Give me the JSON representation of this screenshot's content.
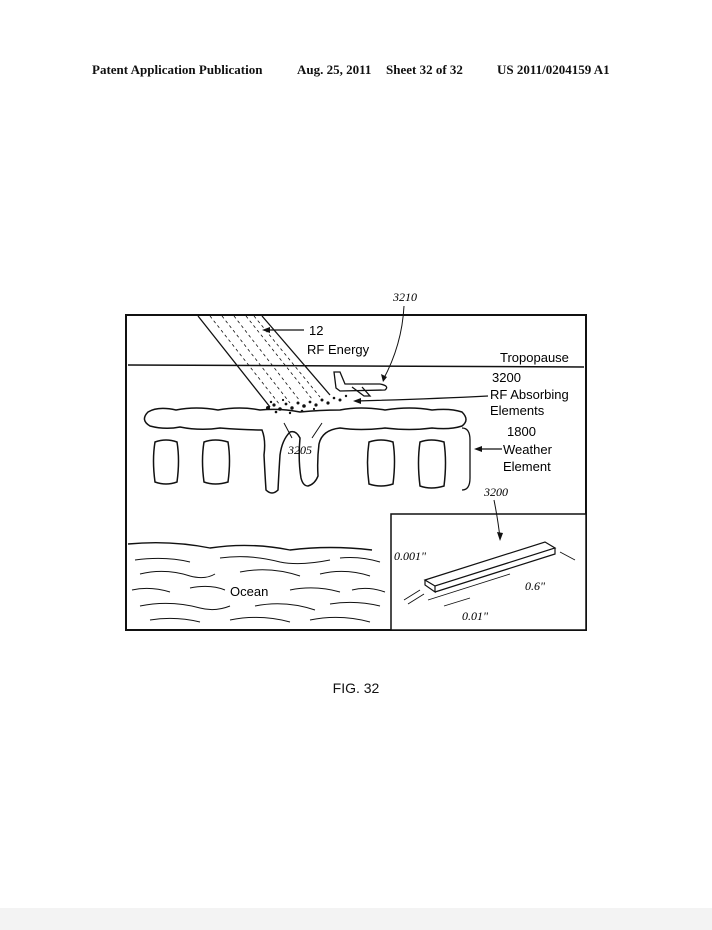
{
  "header": {
    "publication": "Patent Application Publication",
    "date": "Aug. 25, 2011",
    "sheet": "Sheet 32 of 32",
    "number": "US 2011/0204159 A1"
  },
  "figure": {
    "ref_aircraft": "3210",
    "label_rf_number": "12",
    "label_rf": "RF Energy",
    "label_tropopause": "Tropopause",
    "label_absorb_number": "3200",
    "label_absorb_line1": "RF Absorbing",
    "label_absorb_line2": "Elements",
    "label_weather_number": "1800",
    "label_weather_line1": "Weather",
    "label_weather_line2": "Element",
    "ref_3205": "3205",
    "label_ocean": "Ocean",
    "inset": {
      "ref": "3200",
      "thickness": "0.001\"",
      "length": "0.6\"",
      "width": "0.01\""
    }
  },
  "caption": "FIG. 32"
}
